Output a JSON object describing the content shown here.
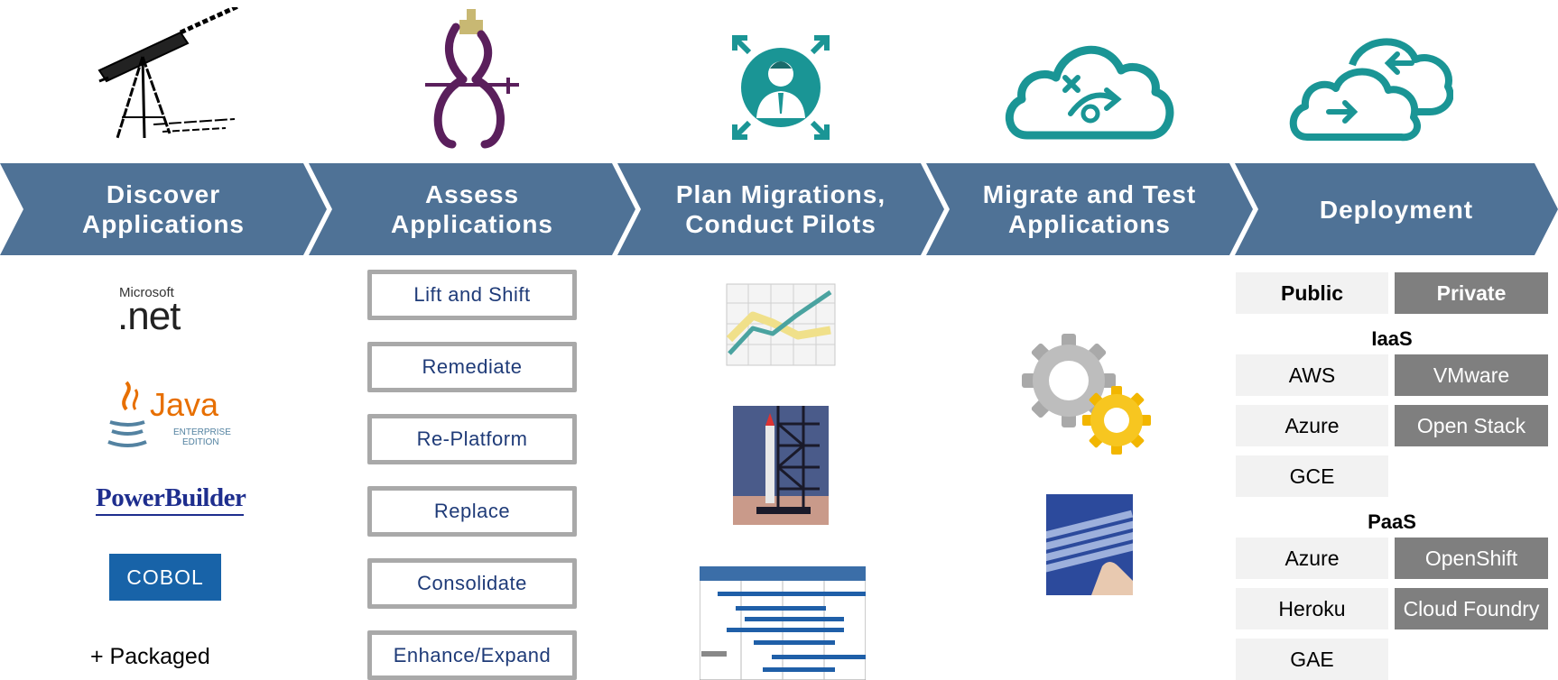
{
  "stages": [
    {
      "label": "Discover\nApplications",
      "icon": "telescope-icon"
    },
    {
      "label": "Assess\nApplications",
      "icon": "flask-icon"
    },
    {
      "label": "Plan Migrations,\nConduct Pilots",
      "icon": "person-expand-icon"
    },
    {
      "label": "Migrate and Test\nApplications",
      "icon": "cloud-migrate-icon"
    },
    {
      "label": "Deployment",
      "icon": "cloud-sync-icon"
    }
  ],
  "discover": {
    "dotnet_small": "Microsoft",
    "dotnet_big": ".net",
    "java_word": "Java",
    "java_sub1": "ENTERPRISE",
    "java_sub2": "EDITION",
    "powerbuilder": "PowerBuilder",
    "cobol": "COBOL",
    "packaged": "+ Packaged"
  },
  "assess": {
    "options": [
      "Lift and Shift",
      "Remediate",
      "Re-Platform",
      "Replace",
      "Consolidate",
      "Enhance/Expand"
    ]
  },
  "plan": {
    "icons": [
      "line-chart-icon",
      "rocket-launch-icon",
      "gantt-chart-icon"
    ]
  },
  "migrate": {
    "icons": [
      "gears-icon",
      "keyboard-icon"
    ]
  },
  "deployment": {
    "public_header": "Public",
    "private_header": "Private",
    "iaas_label": "IaaS",
    "iaas_rows": [
      {
        "public": "AWS",
        "private": "VMware"
      },
      {
        "public": "Azure",
        "private": "Open Stack"
      },
      {
        "public": "GCE",
        "private": ""
      }
    ],
    "paas_label": "PaaS",
    "paas_rows": [
      {
        "public": "Azure",
        "private": "OpenShift"
      },
      {
        "public": "Heroku",
        "private": "Cloud Foundry"
      },
      {
        "public": "GAE",
        "private": ""
      }
    ]
  },
  "colors": {
    "banner": "#4f7296",
    "teal": "#1a9595",
    "purple": "#5a1f5c",
    "cobol_blue": "#1863a8",
    "private_gray": "#7f7f7f",
    "public_gray": "#f2f2f2"
  }
}
